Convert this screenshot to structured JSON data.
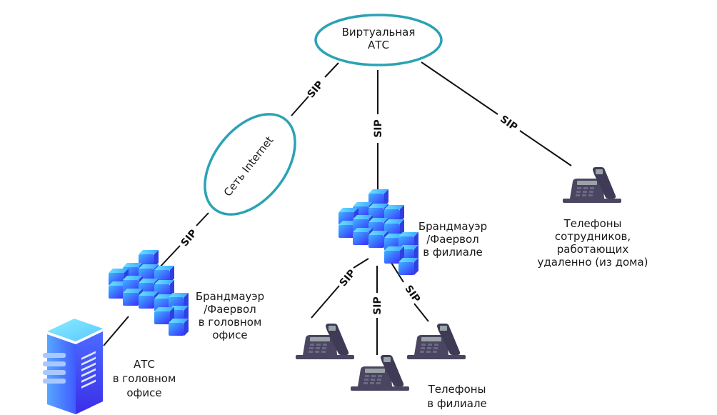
{
  "colors": {
    "ellipse_stroke": "#2aa3b3",
    "line": "#111111",
    "phone_body": "#4a4560",
    "firewall_light": "#3fb5ff",
    "firewall_dark": "#3a2cff",
    "server_top": "#7fe3ff",
    "server_body": "#4a7bff"
  },
  "nodes": {
    "virtual_pbx": {
      "lines": [
        "Виртуальная",
        "АТС"
      ],
      "icon": "ellipse"
    },
    "internet": {
      "label": "Сеть Internet",
      "icon": "ellipse"
    },
    "firewall_branch": {
      "lines": [
        "Брандмауэр",
        "/Фаервол",
        "в филиале"
      ],
      "icon": "firewall-icon"
    },
    "firewall_head": {
      "lines": [
        "Брандмауэр",
        "/Фаервол",
        "в головном",
        "офисе"
      ],
      "icon": "firewall-icon"
    },
    "pbx_head": {
      "lines": [
        "АТС",
        "в головном",
        "офисе"
      ],
      "icon": "server-icon"
    },
    "remote_phones": {
      "lines": [
        "Телефоны",
        "сотрудников,",
        "работающих",
        "удаленно (из дома)"
      ],
      "icon": "desk-phone-icon"
    },
    "branch_phones": {
      "lines": [
        "Телефоны",
        "в филиале"
      ],
      "icon": "desk-phone-icon",
      "count": 3
    }
  },
  "links": {
    "protocol": "SIP",
    "edges": [
      {
        "from": "virtual_pbx",
        "to": "internet",
        "label": "SIP"
      },
      {
        "from": "virtual_pbx",
        "to": "firewall_branch",
        "label": "SIP"
      },
      {
        "from": "virtual_pbx",
        "to": "remote_phones",
        "label": "SIP"
      },
      {
        "from": "internet",
        "to": "firewall_head",
        "label": "SIP"
      },
      {
        "from": "firewall_head",
        "to": "pbx_head",
        "label": ""
      },
      {
        "from": "firewall_branch",
        "to": "branch_phone_1",
        "label": "SIP"
      },
      {
        "from": "firewall_branch",
        "to": "branch_phone_2",
        "label": "SIP"
      },
      {
        "from": "firewall_branch",
        "to": "branch_phone_3",
        "label": "SIP"
      }
    ]
  }
}
